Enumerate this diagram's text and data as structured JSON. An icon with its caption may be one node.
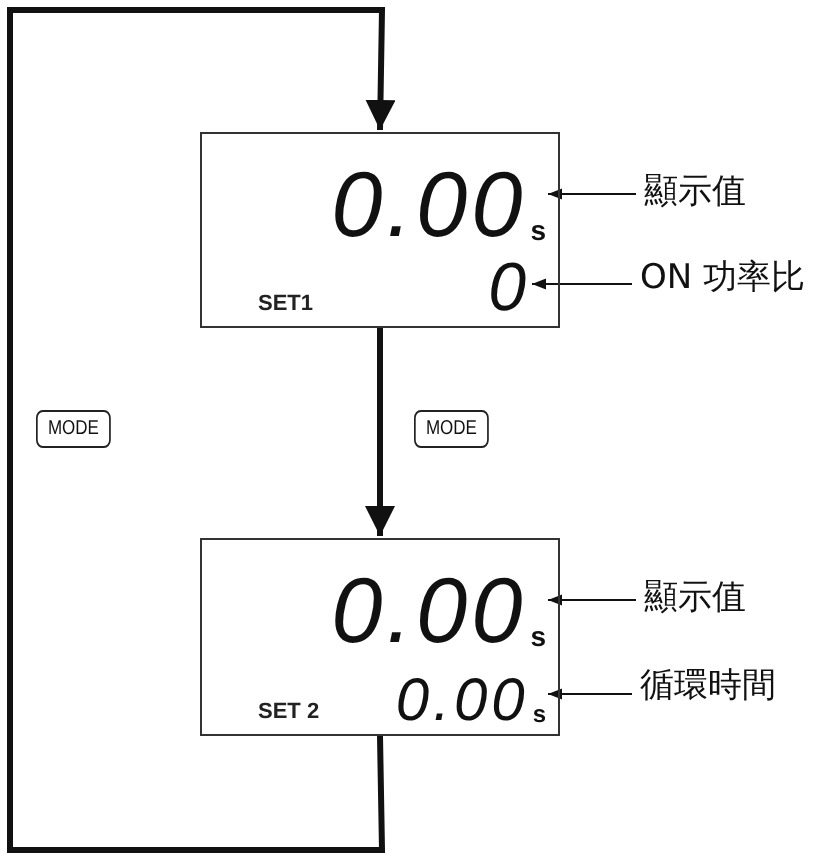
{
  "diagram": {
    "nodes": [
      {
        "text": [
          "SET1"
        ]
      },
      {
        "text": [
          "0.00",
          "s"
        ],
        "in": 0
      },
      {
        "text": [
          "0"
        ],
        "in": 0
      },
      {
        "text": [
          "顯示值"
        ]
      },
      {
        "text": [
          "ON 功率比"
        ]
      },
      {
        "text": [
          "SET 2"
        ]
      },
      {
        "text": [
          "0.00",
          "s"
        ],
        "in": 5
      },
      {
        "text": [
          "0.00",
          "s"
        ],
        "in": 5
      },
      {
        "text": [
          "顯示值"
        ]
      },
      {
        "text": [
          "循環時間"
        ]
      }
    ],
    "edges": [
      {
        "from": 0,
        "to": 5,
        "arrow": "to",
        "label": "MODE",
        "style": "thick"
      },
      {
        "from": 5,
        "to": 0,
        "arrow": "to",
        "label": "MODE",
        "style": "thick"
      },
      {
        "from": 3,
        "to": 1,
        "arrow": "to"
      },
      {
        "from": 4,
        "to": 2,
        "arrow": "to"
      },
      {
        "from": 8,
        "to": 6,
        "arrow": "to"
      },
      {
        "from": 9,
        "to": 7,
        "arrow": "to"
      }
    ]
  }
}
